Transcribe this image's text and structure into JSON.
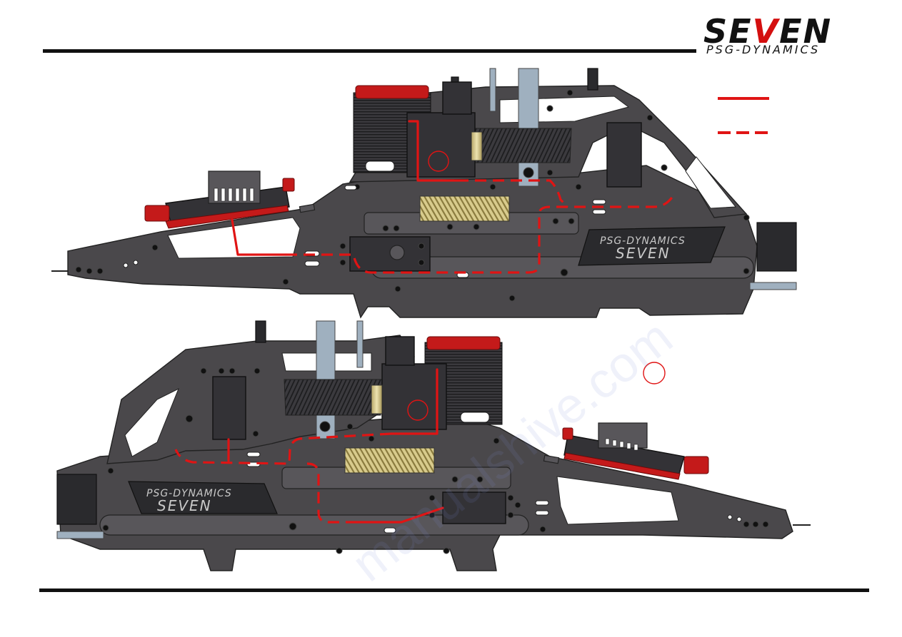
{
  "header": {
    "brand_pre": "SE",
    "brand_v": "V",
    "brand_post": "EN",
    "subtitle": "PSG-DYNAMICS"
  },
  "views": {
    "top_logo_line1": "PSG-DYNAMICS",
    "top_logo_line2": "SEVEN",
    "bottom_logo_line1": "PSG-DYNAMICS",
    "bottom_logo_line2": "SEVEN"
  },
  "legend": {
    "solid_color": "#e01414",
    "dashed_color": "#e01414"
  },
  "watermark": "manualshive.com",
  "colors": {
    "frame": "#4a484b",
    "accent": "#c41a1a",
    "wire": "#e01414"
  }
}
